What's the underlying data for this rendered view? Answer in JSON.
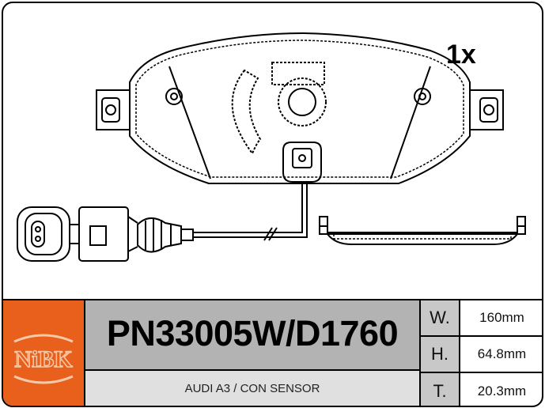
{
  "quantity_label": "1x",
  "brand": {
    "logo_text": "NiBK",
    "color": "#e8601c"
  },
  "part_number": "PN33005W/D1760",
  "application": "AUDI A3 / CON SENSOR",
  "dimensions": [
    {
      "label": "W.",
      "value": "160mm"
    },
    {
      "label": "H.",
      "value": "64.8mm"
    },
    {
      "label": "T.",
      "value": "20.3mm"
    }
  ]
}
